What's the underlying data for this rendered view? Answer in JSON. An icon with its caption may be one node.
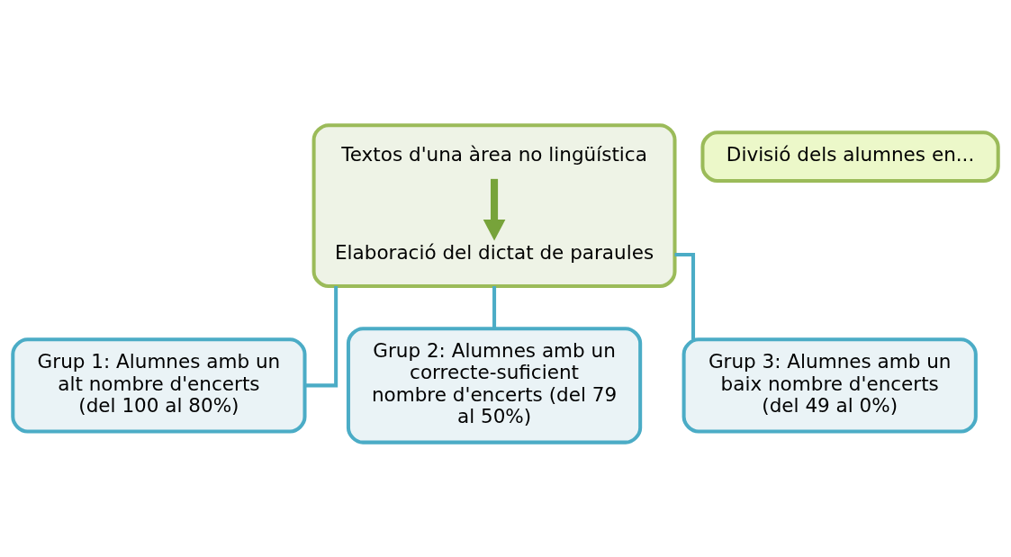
{
  "diagram": {
    "nodes": [
      {
        "text": [],
        "shape": "box"
      },
      {
        "text": [
          "Textos d'una àrea no lingüística"
        ],
        "in": 0
      },
      {
        "text": [
          "Elaboració del dictat de paraules"
        ],
        "in": 0
      },
      {
        "text": [
          "Divisió dels alumnes en..."
        ]
      },
      {
        "text": [
          "Grup 1: Alumnes amb un alt nombre d'encerts (del 100 al 80%)"
        ]
      },
      {
        "text": [
          "Grup 2: Alumnes amb un correcte-suficient nombre d'encerts (del 79 al 50%)"
        ]
      },
      {
        "text": [
          "Grup 3: Alumnes amb un baix nombre d'encerts (del 49 al 0%)"
        ]
      }
    ],
    "edges": [
      {
        "from": 1,
        "to": 2,
        "arrow": "to",
        "style": "thick",
        "color": "#77a33a"
      },
      {
        "from": 0,
        "to": 4,
        "arrow": "none"
      },
      {
        "from": 0,
        "to": 5,
        "arrow": "none"
      },
      {
        "from": 0,
        "to": 6,
        "arrow": "none"
      }
    ]
  }
}
